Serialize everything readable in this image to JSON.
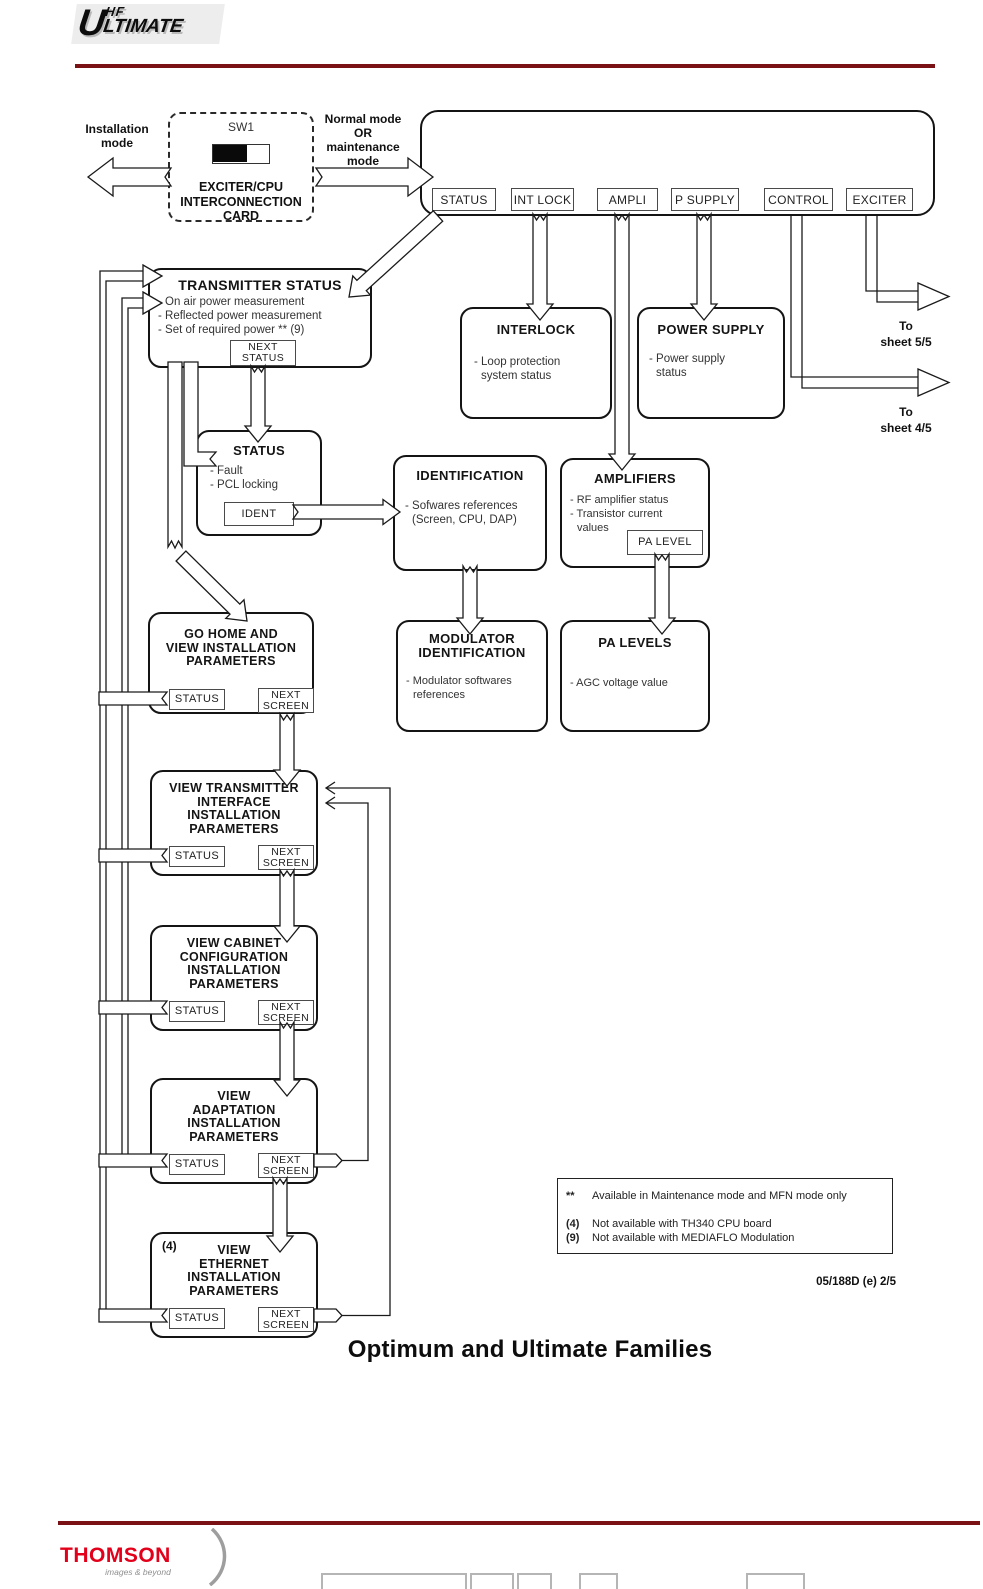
{
  "header": {
    "logo_u": "U",
    "logo_hf": "HF",
    "logo_rest": "LTIMATE"
  },
  "top": {
    "installation_mode_lines": [
      "Installation",
      "mode"
    ],
    "normal_mode_lines": [
      "Normal mode",
      "OR",
      "maintenance",
      "mode"
    ],
    "card": {
      "switch_label": "SW1",
      "name_lines": [
        "EXCITER/CPU",
        "INTERCONNECTION",
        "CARD"
      ]
    },
    "panel_buttons": [
      "STATUS",
      "INT LOCK",
      "AMPLI",
      "P SUPPLY",
      "CONTROL",
      "EXCITER"
    ],
    "to_sheet5_lines": [
      "To",
      "sheet 5/5"
    ],
    "to_sheet4_lines": [
      "To",
      "sheet 4/5"
    ]
  },
  "common_buttons": {
    "status": "STATUS",
    "next_screen": [
      "NEXT",
      "SCREEN"
    ]
  },
  "nodes": {
    "transmitter_status": {
      "title": "TRANSMITTER STATUS",
      "items": [
        "- On air power measurement",
        "- Reflected power measurement",
        "- Set of required power ** (9)"
      ],
      "button_lines": [
        "NEXT",
        "STATUS"
      ]
    },
    "status": {
      "title": "STATUS",
      "items": [
        "- Fault",
        "- PCL locking"
      ],
      "button": "IDENT"
    },
    "interlock": {
      "title": "INTERLOCK",
      "items": [
        "- Loop protection",
        "system status"
      ]
    },
    "power_supply": {
      "title": "POWER SUPPLY",
      "items": [
        "- Power supply",
        "status"
      ]
    },
    "identification": {
      "title": "IDENTIFICATION",
      "items": [
        "- Sofwares references",
        "(Screen, CPU, DAP)"
      ]
    },
    "amplifiers": {
      "title": "AMPLIFIERS",
      "items": [
        "- RF amplifier status",
        "- Transistor current",
        "values"
      ],
      "button": "PA LEVEL"
    },
    "modulator_identification": {
      "title_lines": [
        "MODULATOR",
        "IDENTIFICATION"
      ],
      "items": [
        "- Modulator softwares",
        "references"
      ]
    },
    "pa_levels": {
      "title": "PA LEVELS",
      "items": [
        "- AGC voltage value"
      ]
    },
    "go_home": {
      "title_lines": [
        "GO HOME AND",
        "VIEW INSTALLATION",
        "PARAMETERS"
      ]
    },
    "view_transmitter": {
      "title_lines": [
        "VIEW TRANSMITTER",
        "INTERFACE",
        "INSTALLATION",
        "PARAMETERS"
      ]
    },
    "view_cabinet": {
      "title_lines": [
        "VIEW CABINET",
        "CONFIGURATION",
        "INSTALLATION",
        "PARAMETERS"
      ]
    },
    "view_adaptation": {
      "title_lines": [
        "VIEW",
        "ADAPTATION",
        "INSTALLATION",
        "PARAMETERS"
      ]
    },
    "view_ethernet": {
      "marker": "(4)",
      "title_lines": [
        "VIEW",
        "ETHERNET",
        "INSTALLATION",
        "PARAMETERS"
      ]
    }
  },
  "footnotes": [
    {
      "sym": "**",
      "text": "Available in Maintenance mode and MFN mode only"
    },
    {
      "sym": "(4)",
      "text": "Not available with TH340 CPU board"
    },
    {
      "sym": "(9)",
      "text": "Not available with MEDIAFLO Modulation"
    }
  ],
  "doc_ref": "05/188D (e) 2/5",
  "caption": "Optimum and Ultimate Families",
  "footer": {
    "brand": "THOMSON",
    "tagline": "images & beyond"
  },
  "colors": {
    "rule_red": "#7a1215",
    "thomson_red": "#e2001a"
  }
}
